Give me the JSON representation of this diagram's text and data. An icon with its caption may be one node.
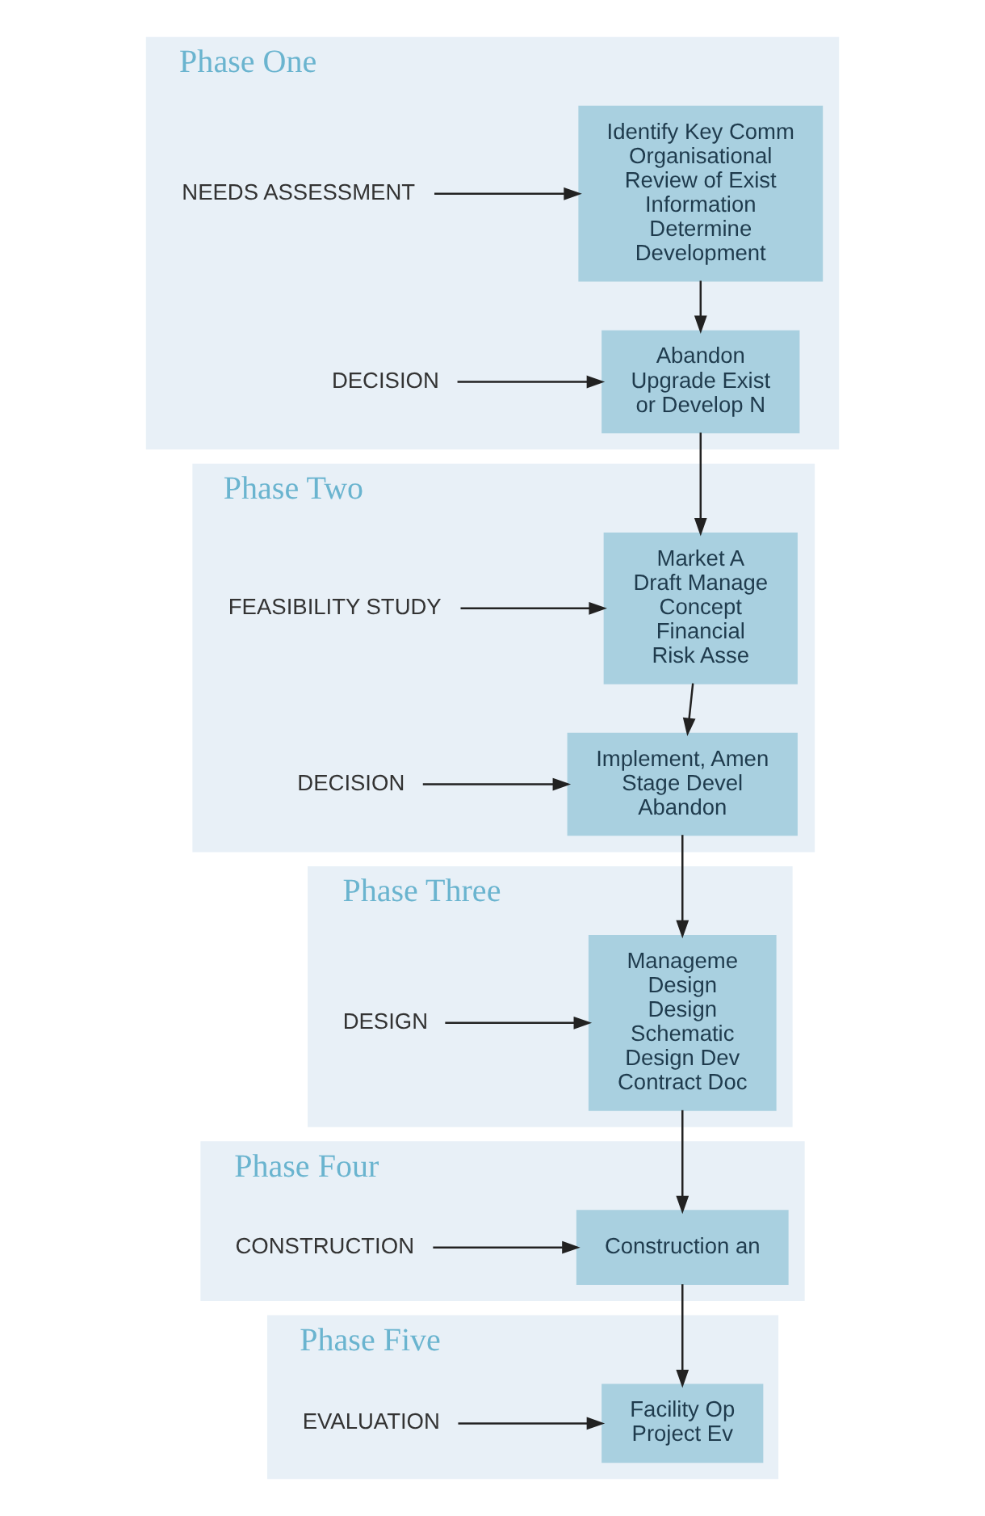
{
  "diagram": {
    "nodes": [
      {
        "text": [
          "Phase One"
        ]
      },
      {
        "text": [
          "NEEDS ASSESSMENT"
        ],
        "in": 0
      },
      {
        "text": [
          "Identify Key Comm",
          "Organisational",
          "Review of Exist",
          "Information",
          "Determine",
          "Development"
        ],
        "in": 0
      },
      {
        "text": [
          "DECISION"
        ],
        "in": 0
      },
      {
        "text": [
          "Abandon",
          "Upgrade Exist",
          "or Develop N"
        ],
        "in": 0
      },
      {
        "text": [
          "Phase Two"
        ]
      },
      {
        "text": [
          "FEASIBILITY STUDY"
        ],
        "in": 5
      },
      {
        "text": [
          "Market A",
          "Draft Manage",
          "Concept",
          "Financial",
          "Risk Asse"
        ],
        "in": 5
      },
      {
        "text": [
          "DECISION"
        ],
        "in": 5
      },
      {
        "text": [
          "Implement, Amen",
          "Stage Devel",
          "Abandon"
        ],
        "in": 5
      },
      {
        "text": [
          "Phase Three"
        ]
      },
      {
        "text": [
          "DESIGN"
        ],
        "in": 10
      },
      {
        "text": [
          "Manageme",
          "Design",
          "Design",
          "Schematic",
          "Design Dev",
          "Contract Doc"
        ],
        "in": 10
      },
      {
        "text": [
          "Phase Four"
        ]
      },
      {
        "text": [
          "CONSTRUCTION"
        ],
        "in": 13
      },
      {
        "text": [
          "Construction an"
        ],
        "in": 13
      },
      {
        "text": [
          "Phase Five"
        ]
      },
      {
        "text": [
          "EVALUATION"
        ],
        "in": 16
      },
      {
        "text": [
          "Facility Op",
          "Project Ev"
        ],
        "in": 16
      }
    ],
    "edges": [
      {
        "from": 1,
        "to": 2,
        "arrow": "to"
      },
      {
        "from": 2,
        "to": 4,
        "arrow": "to"
      },
      {
        "from": 3,
        "to": 4,
        "arrow": "to"
      },
      {
        "from": 4,
        "to": 7,
        "arrow": "to"
      },
      {
        "from": 6,
        "to": 7,
        "arrow": "to"
      },
      {
        "from": 7,
        "to": 9,
        "arrow": "to"
      },
      {
        "from": 8,
        "to": 9,
        "arrow": "to"
      },
      {
        "from": 9,
        "to": 12,
        "arrow": "to"
      },
      {
        "from": 11,
        "to": 12,
        "arrow": "to"
      },
      {
        "from": 12,
        "to": 15,
        "arrow": "to"
      },
      {
        "from": 14,
        "to": 15,
        "arrow": "to"
      },
      {
        "from": 15,
        "to": 18,
        "arrow": "to"
      },
      {
        "from": 17,
        "to": 18,
        "arrow": "to"
      }
    ]
  }
}
